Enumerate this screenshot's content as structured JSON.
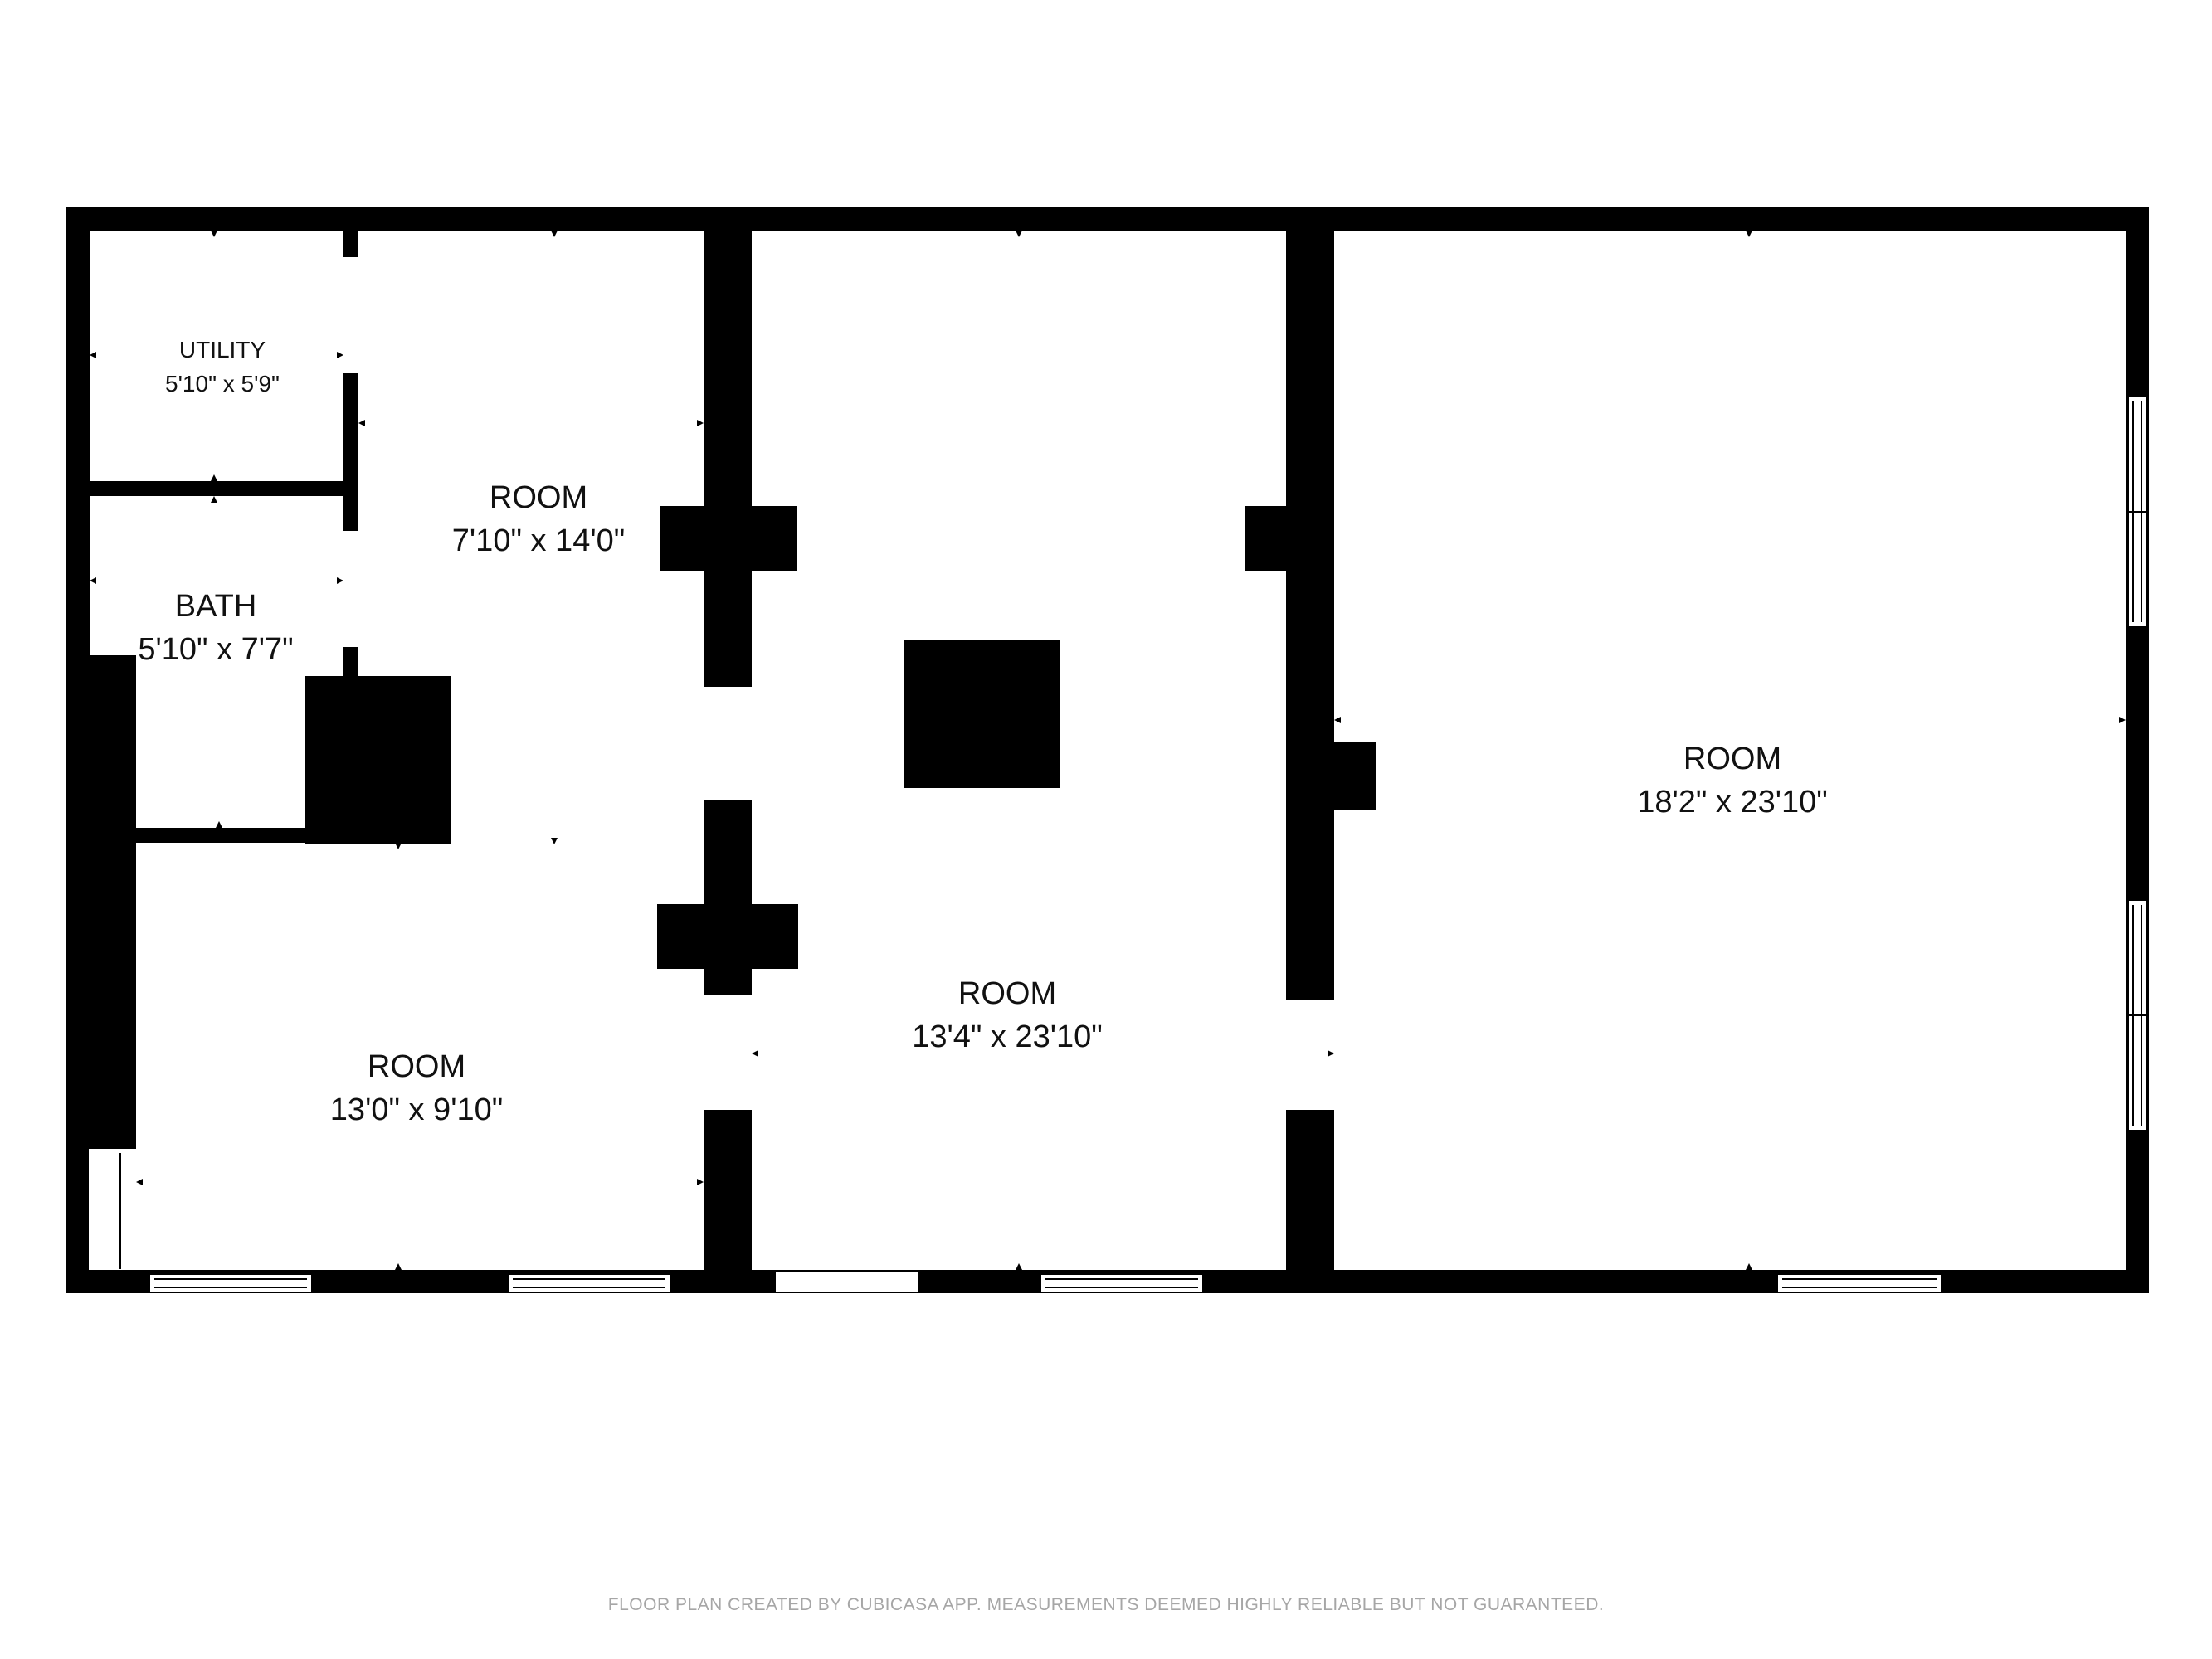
{
  "rooms": {
    "utility": {
      "name": "UTILITY",
      "dims": "5'10\" x 5'9\""
    },
    "bath": {
      "name": "BATH",
      "dims": "5'10\" x 7'7\""
    },
    "room_upper_left": {
      "name": "ROOM",
      "dims": "7'10\" x 14'0\""
    },
    "room_lower_left": {
      "name": "ROOM",
      "dims": "13'0\" x 9'10\""
    },
    "room_center": {
      "name": "ROOM",
      "dims": "13'4\" x 23'10\""
    },
    "room_right": {
      "name": "ROOM",
      "dims": "18'2\" x 23'10\""
    }
  },
  "footer": {
    "disclaimer": "FLOOR PLAN CREATED BY CUBICASA APP. MEASUREMENTS DEEMED HIGHLY RELIABLE BUT NOT GUARANTEED."
  },
  "colors": {
    "wall": "#000000",
    "background": "#ffffff",
    "disclaimer_text": "#a6a6a6"
  }
}
